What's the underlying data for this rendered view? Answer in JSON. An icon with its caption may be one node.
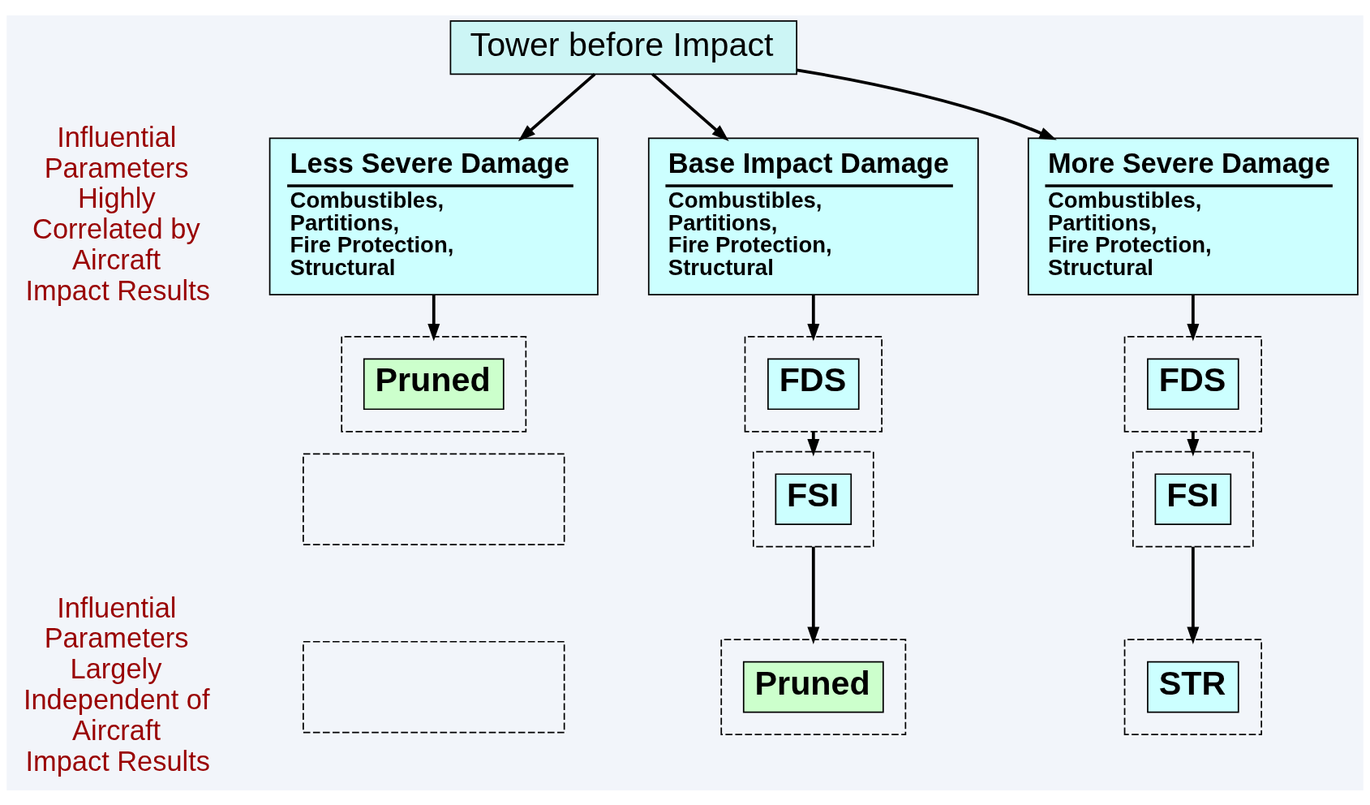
{
  "diagram": {
    "nodes": [
      {
        "text": [
          "Tower before Impact"
        ]
      },
      {
        "text": [
          "Less Severe Damage",
          "Combustibles, Partitions, Fire Protection, Structural"
        ]
      },
      {
        "text": [
          "Base Impact Damage",
          "Combustibles, Partitions, Fire Protection, Structural"
        ]
      },
      {
        "text": [
          "More Severe Damage",
          "Combustibles, Partitions, Fire Protection, Structural"
        ]
      },
      {
        "text": [],
        "shape": "box"
      },
      {
        "text": [
          "Pruned"
        ],
        "in": 4
      },
      {
        "text": [],
        "shape": "box"
      },
      {
        "text": [
          "FDS"
        ],
        "in": 6
      },
      {
        "text": [],
        "shape": "box"
      },
      {
        "text": [
          "FDS"
        ],
        "in": 8
      },
      {
        "text": [],
        "shape": "box"
      },
      {
        "text": [],
        "shape": "box"
      },
      {
        "text": [
          "FSI"
        ],
        "in": 11
      },
      {
        "text": [],
        "shape": "box"
      },
      {
        "text": [
          "FSI"
        ],
        "in": 13
      },
      {
        "text": [],
        "shape": "box"
      },
      {
        "text": [],
        "shape": "box"
      },
      {
        "text": [
          "Pruned"
        ],
        "in": 16
      },
      {
        "text": [],
        "shape": "box"
      },
      {
        "text": [
          "STR"
        ],
        "in": 18
      }
    ],
    "edges": [
      {
        "from": 0,
        "to": 1,
        "arrow": "to"
      },
      {
        "from": 0,
        "to": 2,
        "arrow": "to"
      },
      {
        "from": 0,
        "to": 3,
        "arrow": "to"
      },
      {
        "from": 1,
        "to": 4,
        "arrow": "to"
      },
      {
        "from": 2,
        "to": 6,
        "arrow": "to"
      },
      {
        "from": 3,
        "to": 8,
        "arrow": "to"
      },
      {
        "from": 6,
        "to": 11,
        "arrow": "to"
      },
      {
        "from": 11,
        "to": 16,
        "arrow": "to"
      },
      {
        "from": 8,
        "to": 13,
        "arrow": "to"
      },
      {
        "from": 13,
        "to": 18,
        "arrow": "to"
      }
    ],
    "labels": [
      "Influential Parameters Highly Correlated by Aircraft Impact Results",
      "Influential Parameters Largely Independent of Aircraft Impact Results"
    ]
  }
}
